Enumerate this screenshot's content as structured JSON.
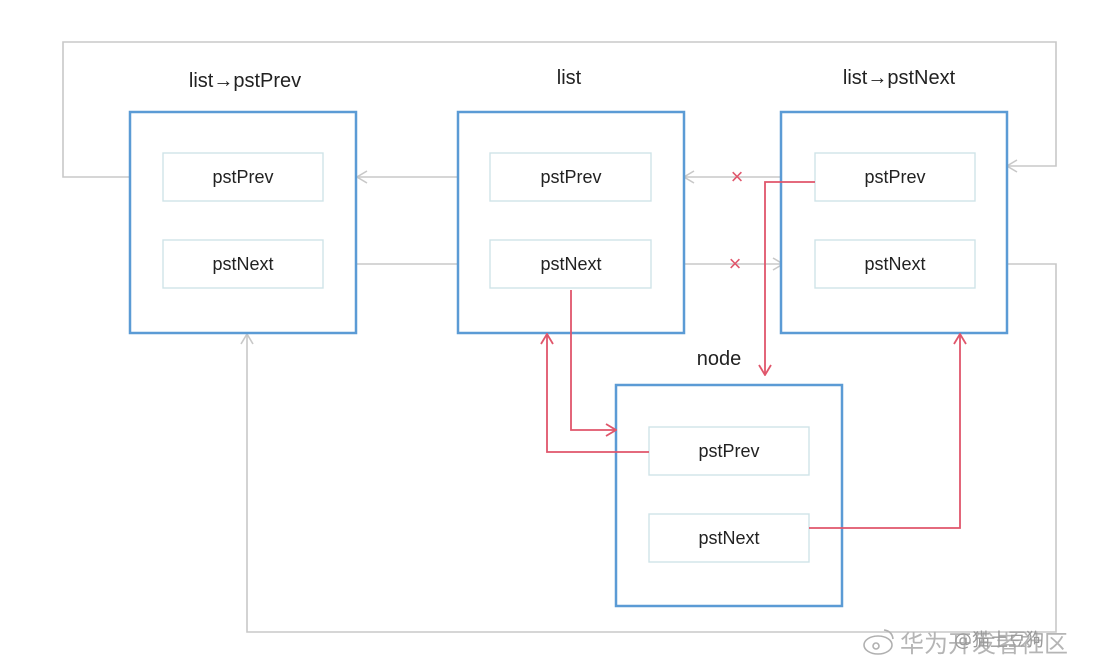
{
  "labels": {
    "prev_node": "list→pstPrev",
    "list_node": "list",
    "next_node": "list→pstNext",
    "new_node": "node"
  },
  "fields": {
    "prev": "pstPrev",
    "next": "pstNext"
  },
  "marks": {
    "removed": "×"
  },
  "watermark": {
    "handle": "@猫土豆狗",
    "community": "华为开发者社区"
  },
  "colors": {
    "node_border": "#5b9bd5",
    "field_border": "#cfe3e8",
    "old_link": "#c8c8c8",
    "new_link": "#e0566b",
    "removed_mark": "#e0566b"
  }
}
